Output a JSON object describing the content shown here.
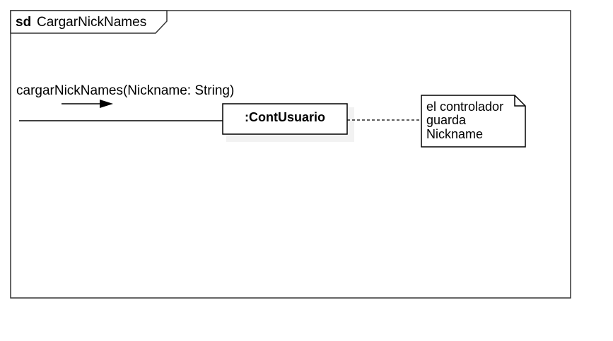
{
  "frame": {
    "keyword": "sd",
    "name": "CargarNickNames"
  },
  "message": {
    "label": "cargarNickNames(Nickname: String)"
  },
  "lifeline": {
    "name": ":ContUsuario"
  },
  "note": {
    "lines": [
      "el controlador",
      "guarda",
      "Nickname"
    ]
  },
  "colors": {
    "line": "#000000",
    "background": "#ffffff"
  }
}
